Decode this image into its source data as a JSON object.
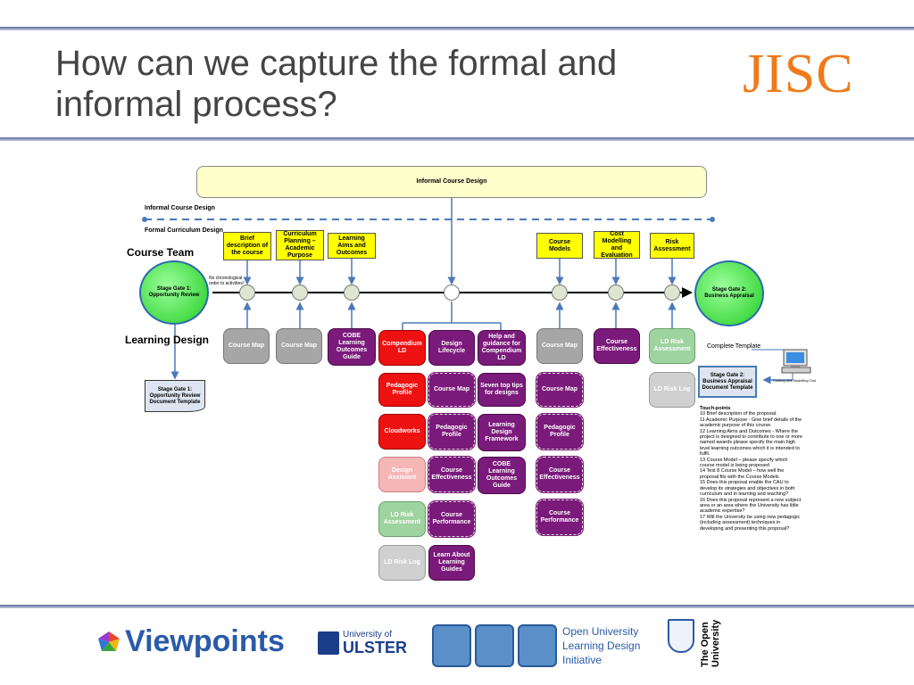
{
  "slide": {
    "title_line1": "How can we capture the formal and",
    "title_line2": "informal process?",
    "logo": "JISC"
  },
  "diagram": {
    "informal_header": "Informal Course Design",
    "informal_label": "Informal Course Design",
    "formal_label": "Formal Curriculum Design",
    "course_team": "Course Team",
    "learning_design": "Learning Design",
    "no_chrono": "No chronological order to activities!",
    "gate1": "Stage Gate 1: Opportunity Review",
    "gate2": "Stage Gate 2: Business Appraisal",
    "doc1": "Stage Gate 1: Opportunity Review Document Template",
    "doc2": "Stage Gate 2: Business Appraisal Document Template",
    "complete_template": "Complete Template",
    "costing_tool": "Costing and Modelling Tool",
    "yellow_boxes": {
      "brief": "Brief description of the course",
      "curriculum": "Curriculum Planning – Academic Purpose",
      "aims": "Learning Aims and Outcomes",
      "models": "Course Models",
      "cost": "Cost Modelling and Evaluation",
      "risk": "Risk Assessment"
    },
    "boxes": {
      "course_map_1": "Course Map",
      "course_map_2": "Course Map",
      "cobe_1": "COBE Learning Outcomes Guide",
      "compendium_ld": "Compendium LD",
      "design_lifecycle": "Design Lifecycle",
      "help_guidance": "Help and guidance for Compendium LD",
      "course_map_3": "Course Map",
      "course_effectiveness_1": "Course Effectiveness",
      "ld_risk_1": "LD Risk Assessment",
      "ld_risk_log_1": "LD Risk Log",
      "pedagogic_profile_red": "Pedagogic Profile",
      "course_map_col2": "Course Map",
      "seven_tips": "Seven top tips for designs",
      "course_map_col4": "Course Map",
      "cloudworks": "Cloudworks",
      "pedagogic_profile_col2": "Pedagogic Profile",
      "ld_framework": "Learning Design Framework",
      "pedagogic_profile_col4": "Pedagogic Profile",
      "design_assistant": "Design Assistant",
      "course_effectiveness_col2": "Course Effectiveness",
      "cobe_2": "COBE Learning Outcomes Guide",
      "course_effectiveness_col4": "Course Effectiveness",
      "ld_risk_2": "LD Risk Assessment",
      "course_performance_col2": "Course Performance",
      "course_performance_col4": "Course Performance",
      "ld_risk_log_2": "LD Risk Log",
      "learn_about": "Learn About Learning Guides"
    },
    "touch_points_title": "Touch-points",
    "touch_points": [
      "10 Brief description of the proposal.",
      "11 Academic Purpose - Give brief details of the academic purpose of this course.",
      "12 Learning Aims and Outcomes - Where the project is designed to contribute to one or more named awards please specify the main high level learning outcomes which it is intended to fulfil.",
      "13 Course Model – please specify which course model is being proposed",
      "14 Test 8 Course Model – how well the proposal fits with the Course Models",
      "15 Does this proposal enable the CAU to develop its strategies and objectives in both curriculum and in learning and teaching?",
      "16 Does this proposal represent a new subject area or an area where the University has little academic expertise?",
      "17 Will the University be using new pedagogic (including assessment) techniques in developing and presenting this proposal?"
    ]
  },
  "footer": {
    "viewpoints": "Viewpoints",
    "ulster_small": "University of",
    "ulster": "ULSTER",
    "ou_ld_1": "Open University",
    "ou_ld_2": "Learning Design",
    "ou_ld_3": "Initiative",
    "open_uni_1": "The Open",
    "open_uni_2": "University"
  },
  "colors": {
    "accent_orange": "#f07a1a",
    "rule_blue": "#2a4a8a",
    "gate_green": "#22cc22",
    "purple": "#7a1a7a",
    "red": "#ee1111",
    "yellow": "#ffff00"
  }
}
